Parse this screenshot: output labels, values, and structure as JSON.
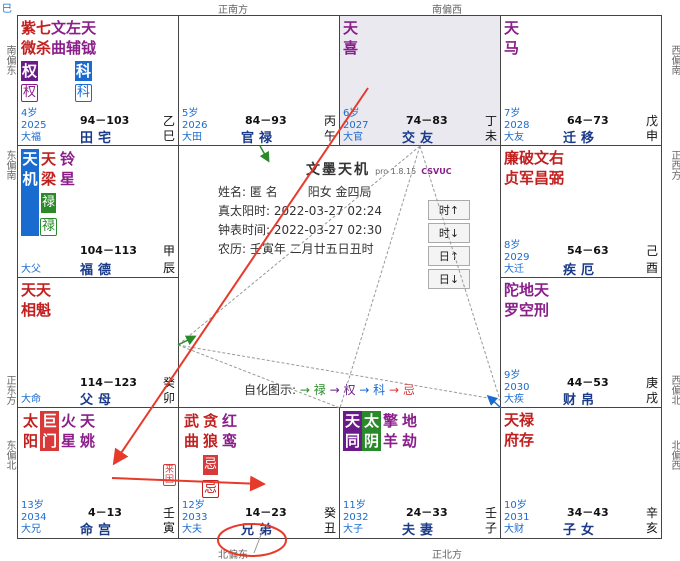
{
  "edges": {
    "top_left": "巳",
    "top_mid": "正南方",
    "top_right": "南偏西",
    "right_top": "西偏南",
    "right_mid": "正西方",
    "right_low": "西偏北",
    "right_bot": "北偏西",
    "bot_mid": "正北方",
    "bot_left": "北偏东",
    "left_top": "南偏东",
    "left_mid": "东偏南",
    "left_low": "正东方",
    "left_bot": "东偏北"
  },
  "palaces": {
    "p_si": {
      "stars_line1": [
        "紫",
        "七",
        "文",
        "左",
        "天"
      ],
      "stars_line2": [
        "微",
        "杀",
        "曲",
        "辅",
        "钺"
      ],
      "hua1": "权",
      "hua2": "科",
      "hua1b": "权",
      "hua2b": "科",
      "age": "4岁",
      "year": "2025",
      "limit": "大福",
      "range": "94－103",
      "name": "田宅",
      "gz1": "乙",
      "gz2": "巳"
    },
    "p_wu": {
      "age": "5岁",
      "year": "2026",
      "limit": "大田",
      "range": "84－93",
      "name": "官禄",
      "gz1": "丙",
      "gz2": "午"
    },
    "p_wei": {
      "stars_line1": [
        "天"
      ],
      "stars_line2": [
        "喜"
      ],
      "age": "6岁",
      "year": "2027",
      "limit": "大官",
      "range": "74－83",
      "name": "交友",
      "gz1": "丁",
      "gz2": "未"
    },
    "p_shen": {
      "stars_line1": [
        "天"
      ],
      "stars_line2": [
        "马"
      ],
      "age": "7岁",
      "year": "2028",
      "limit": "大友",
      "range": "64－73",
      "name": "迁移",
      "gz1": "戊",
      "gz2": "申"
    },
    "p_chen": {
      "a1": "天",
      "a2": "机",
      "b1": "天",
      "b2": "梁",
      "c1": "铃",
      "c2": "星",
      "hua1": "禄",
      "hua2": "禄",
      "limit": "大父",
      "range": "104－113",
      "name": "福德",
      "gz1": "甲",
      "gz2": "辰"
    },
    "p_you": {
      "stars_line1": [
        "廉",
        "破",
        "文",
        "右"
      ],
      "stars_line2": [
        "贞",
        "军",
        "昌",
        "弼"
      ],
      "age": "8岁",
      "year": "2029",
      "limit": "大迁",
      "range": "54－63",
      "name": "疾厄",
      "gz1": "己",
      "gz2": "酉"
    },
    "p_mao": {
      "stars_line1": [
        "天",
        "天"
      ],
      "stars_line2": [
        "相",
        "魁"
      ],
      "limit": "大命",
      "range": "114－123",
      "name": "父母",
      "gz1": "癸",
      "gz2": "卯"
    },
    "p_xu": {
      "stars_line1": [
        "陀",
        "地",
        "天"
      ],
      "stars_line2": [
        "罗",
        "空",
        "刑"
      ],
      "age": "9岁",
      "year": "2030",
      "limit": "大疾",
      "range": "44－53",
      "name": "财帛",
      "gz1": "庚",
      "gz2": "戌"
    },
    "p_yin": {
      "stars_line1": [
        "太",
        "巨",
        "火",
        "天"
      ],
      "stars_line2": [
        "阳",
        "门",
        "星",
        "姚"
      ],
      "age": "13岁",
      "year": "2034",
      "limit": "大兄",
      "range": "4－13",
      "name": "命宫",
      "gz1": "壬",
      "gz2": "寅"
    },
    "p_chou": {
      "stars_line1": [
        "武",
        "贪",
        "红"
      ],
      "stars_line2": [
        "曲",
        "狼",
        "鸾"
      ],
      "hua1": "忌",
      "hua2": "忌",
      "tag": "来因",
      "age": "12岁",
      "year": "2033",
      "limit": "大夫",
      "range": "14－23",
      "name": "兄弟",
      "gz1": "癸",
      "gz2": "丑"
    },
    "p_zi": {
      "stars_line1": [
        "天",
        "太",
        "擎",
        "地"
      ],
      "stars_line2": [
        "同",
        "阴",
        "羊",
        "劫"
      ],
      "age": "11岁",
      "year": "2032",
      "limit": "大子",
      "range": "24－33",
      "name": "夫妻",
      "gz1": "壬",
      "gz2": "子"
    },
    "p_hai": {
      "stars_line1": [
        "天",
        "禄"
      ],
      "stars_line2": [
        "府",
        "存"
      ],
      "age": "10岁",
      "year": "2031",
      "limit": "大财",
      "range": "34－43",
      "name": "子女",
      "gz1": "辛",
      "gz2": "亥"
    }
  },
  "center": {
    "title": "文墨天机",
    "version": "pro 1.8.15",
    "code": "CSVUC",
    "name_label": "姓名: 匿 名",
    "gender": "阳女 金四局",
    "true_sun": "真太阳时: 2022-03-27 02:24",
    "clock": "钟表时间: 2022-03-27 02:30",
    "lunar": "农历: 壬寅年 二月廿五日丑时",
    "legend_label": "自化图示:",
    "legend": [
      "→ 禄",
      "→ 权",
      "→ 科",
      "→ 忌"
    ],
    "legend_colors": [
      "#2a8a2a",
      "#6a1a8a",
      "#1a6bd0",
      "#d83a3a"
    ]
  },
  "buttons": [
    "时↑",
    "时↓",
    "日↑",
    "日↓"
  ]
}
